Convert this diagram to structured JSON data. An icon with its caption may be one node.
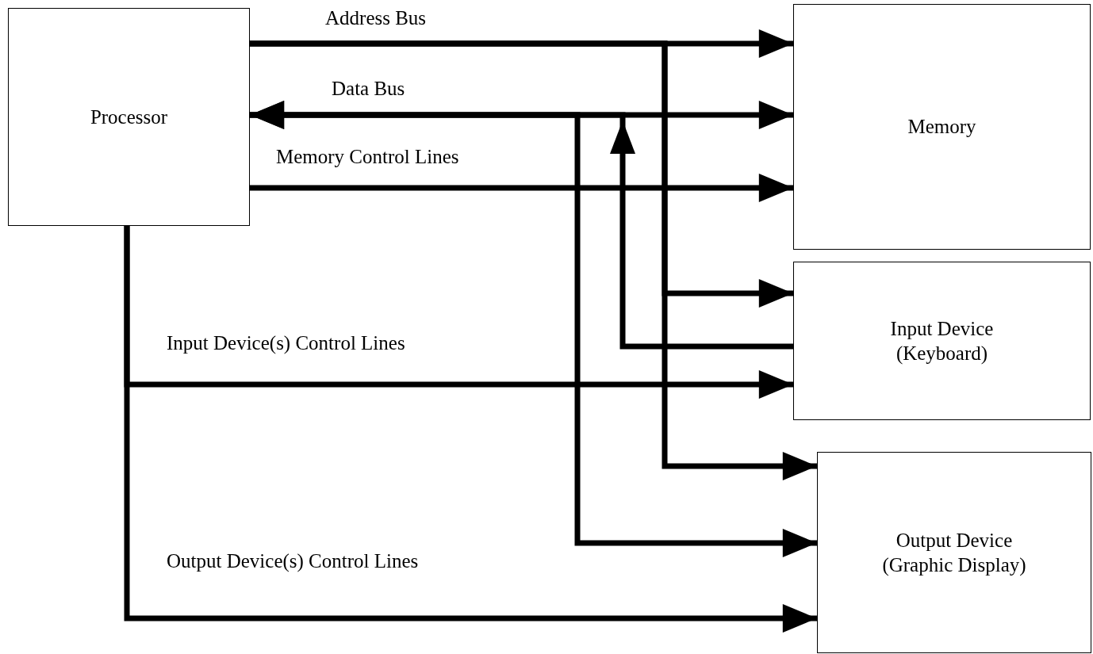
{
  "diagram": {
    "nodes": [
      {
        "text": [
          "Processor"
        ]
      },
      {
        "text": [
          "Memory"
        ]
      },
      {
        "text": [
          "Input Device (Keyboard)"
        ]
      },
      {
        "text": [
          "Output Device (Graphic Display)"
        ]
      }
    ],
    "edges": [
      {
        "from": 0,
        "to": 1,
        "arrow": "to",
        "label": "Address Bus"
      },
      {
        "from": 0,
        "to": 1,
        "arrow": "both",
        "label": "Data Bus"
      },
      {
        "from": 0,
        "to": 1,
        "arrow": "to",
        "label": "Memory Control Lines"
      },
      {
        "from": 0,
        "to": 2,
        "arrow": "to"
      },
      {
        "from": 0,
        "to": 3,
        "arrow": "to"
      },
      {
        "from": 0,
        "to": 3,
        "arrow": "to"
      },
      {
        "from": 2,
        "to": 0,
        "arrow": "to"
      },
      {
        "from": 0,
        "to": 2,
        "arrow": "to",
        "label": "Input Device(s) Control Lines"
      },
      {
        "from": 0,
        "to": 3,
        "arrow": "to",
        "label": "Output Device(s) Control Lines"
      }
    ]
  }
}
